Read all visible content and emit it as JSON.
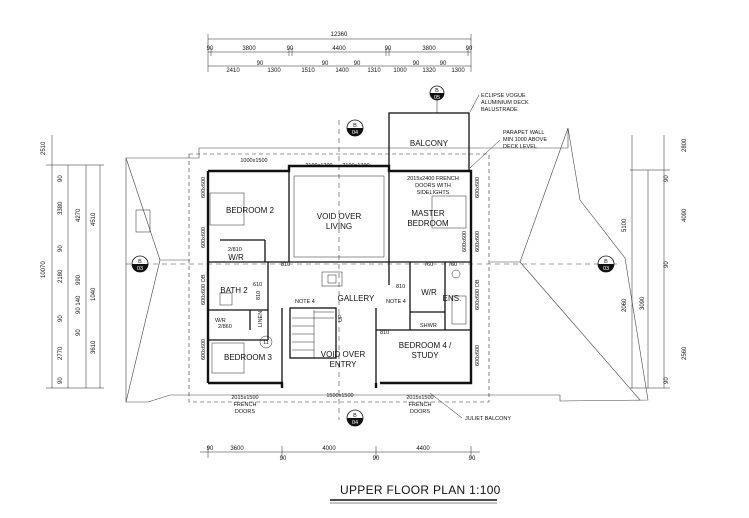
{
  "title": "UPPER FLOOR PLAN 1:100",
  "top_dims": {
    "overall": "12360",
    "row1": [
      "90",
      "3800",
      "90",
      "4400",
      "90",
      "3800",
      "90"
    ],
    "row2": [
      "2410",
      "90",
      "1300",
      "1510",
      "90",
      "1400",
      "90",
      "1310",
      "1000",
      "90",
      "1320",
      "90",
      "1300"
    ]
  },
  "bottom_dims": [
    "90",
    "3600",
    "90",
    "4000",
    "90",
    "4400",
    "90"
  ],
  "left_dims": {
    "overall": "10070",
    "a": [
      "2510",
      "90",
      "3380",
      "90",
      "2180",
      "90",
      "2770",
      "90"
    ],
    "b": [
      "4270",
      "4510",
      "990",
      "1040",
      "90 140",
      "90",
      "3610"
    ]
  },
  "right_dims": {
    "a": [
      "2800",
      "90",
      "4090",
      "90",
      "2060",
      "2560",
      "90"
    ],
    "b": [
      "5100",
      "3090"
    ]
  },
  "rooms": {
    "bedroom2": "BEDROOM 2",
    "void_living_1": "VOID OVER",
    "void_living_2": "LIVING",
    "master_1": "MASTER",
    "master_2": "BEDROOM",
    "balcony": "BALCONY",
    "bath2": "BATH 2",
    "gallery": "GALLERY",
    "wr1": "W/R",
    "wr2": "W/R",
    "wr3": "W/R",
    "ens": "ENS.",
    "shwr": "SHWR",
    "bedroom3": "BEDROOM 3",
    "void_entry_1": "VOID OVER",
    "void_entry_2": "ENTRY",
    "bedroom4_1": "BEDROOM 4 /",
    "bedroom4_2": "STUDY"
  },
  "notes": {
    "eclipse_1": "ECLIPSE VOGUE",
    "eclipse_2": "ALUMINIUM DECK",
    "eclipse_3": "BALUSTRADE",
    "parapet_1": "PARAPET WALL",
    "parapet_2": "MIN 1000 ABOVE",
    "parapet_3": "DECK LEVEL",
    "french_master_1": "2015x2400 FRENCH",
    "french_master_2": "DOORS WITH",
    "french_master_3": "SIDELIGHTS",
    "juliet": "JULIET BALCONY",
    "note4a": "NOTE 4",
    "note4b": "NOTE 4",
    "linen": "LINEN",
    "up": "UP",
    "stair_no": "11"
  },
  "windows": {
    "w1000x1500": "1000x1500",
    "w2100a": "2100x1200",
    "w2100b": "2100x1200",
    "w600a": "600x600",
    "w600b": "600x600",
    "w600c": "600x600",
    "w600d": "600x600",
    "w600e": "600x600",
    "w600f": "600x600",
    "w600g": "600x600",
    "ob1": "600x600 OB",
    "ob2": "600x600 OB",
    "w1500x1500": "1500x1500",
    "french_b3_1": "2015x1500",
    "french_b3_2": "FRENCH",
    "french_b3_3": "DOORS",
    "french_b4_1": "2015x1500",
    "french_b4_2": "FRENCH",
    "french_b4_3": "DOORS"
  },
  "doors": {
    "d810a": "810",
    "d810b": "810",
    "d810c": "810",
    "d810d": "810",
    "d760a": "760",
    "d760b": "760",
    "d2810": "2/810",
    "d2860": "2/860",
    "d610": "610"
  },
  "section_markers": {
    "top": "04",
    "top_n": "B",
    "left": "03",
    "left_n": "B",
    "right": "03",
    "right_n": "B",
    "bottom": "04",
    "bottom_n": "B",
    "balc": "05",
    "balc_n": "B"
  }
}
